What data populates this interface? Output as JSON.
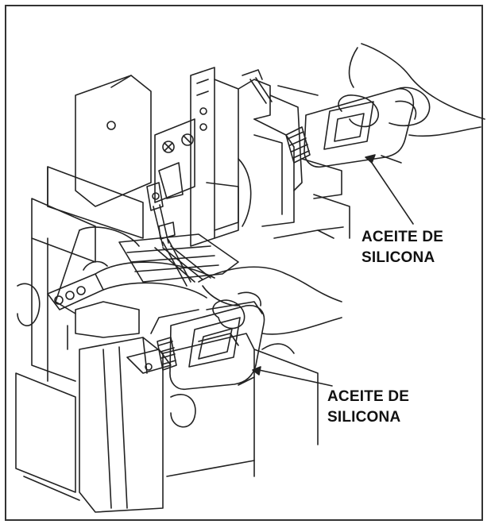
{
  "figure": {
    "callouts": [
      {
        "line1": "ACEITE DE",
        "line2": "SILICONA"
      },
      {
        "line1": "ACEITE DE",
        "line2": "SILICONA"
      }
    ],
    "colors": {
      "line": "#222222",
      "frame": "#333333",
      "background": "#ffffff"
    },
    "icons": [
      "silicone-oil-bottle-icon",
      "hand-icon"
    ]
  }
}
